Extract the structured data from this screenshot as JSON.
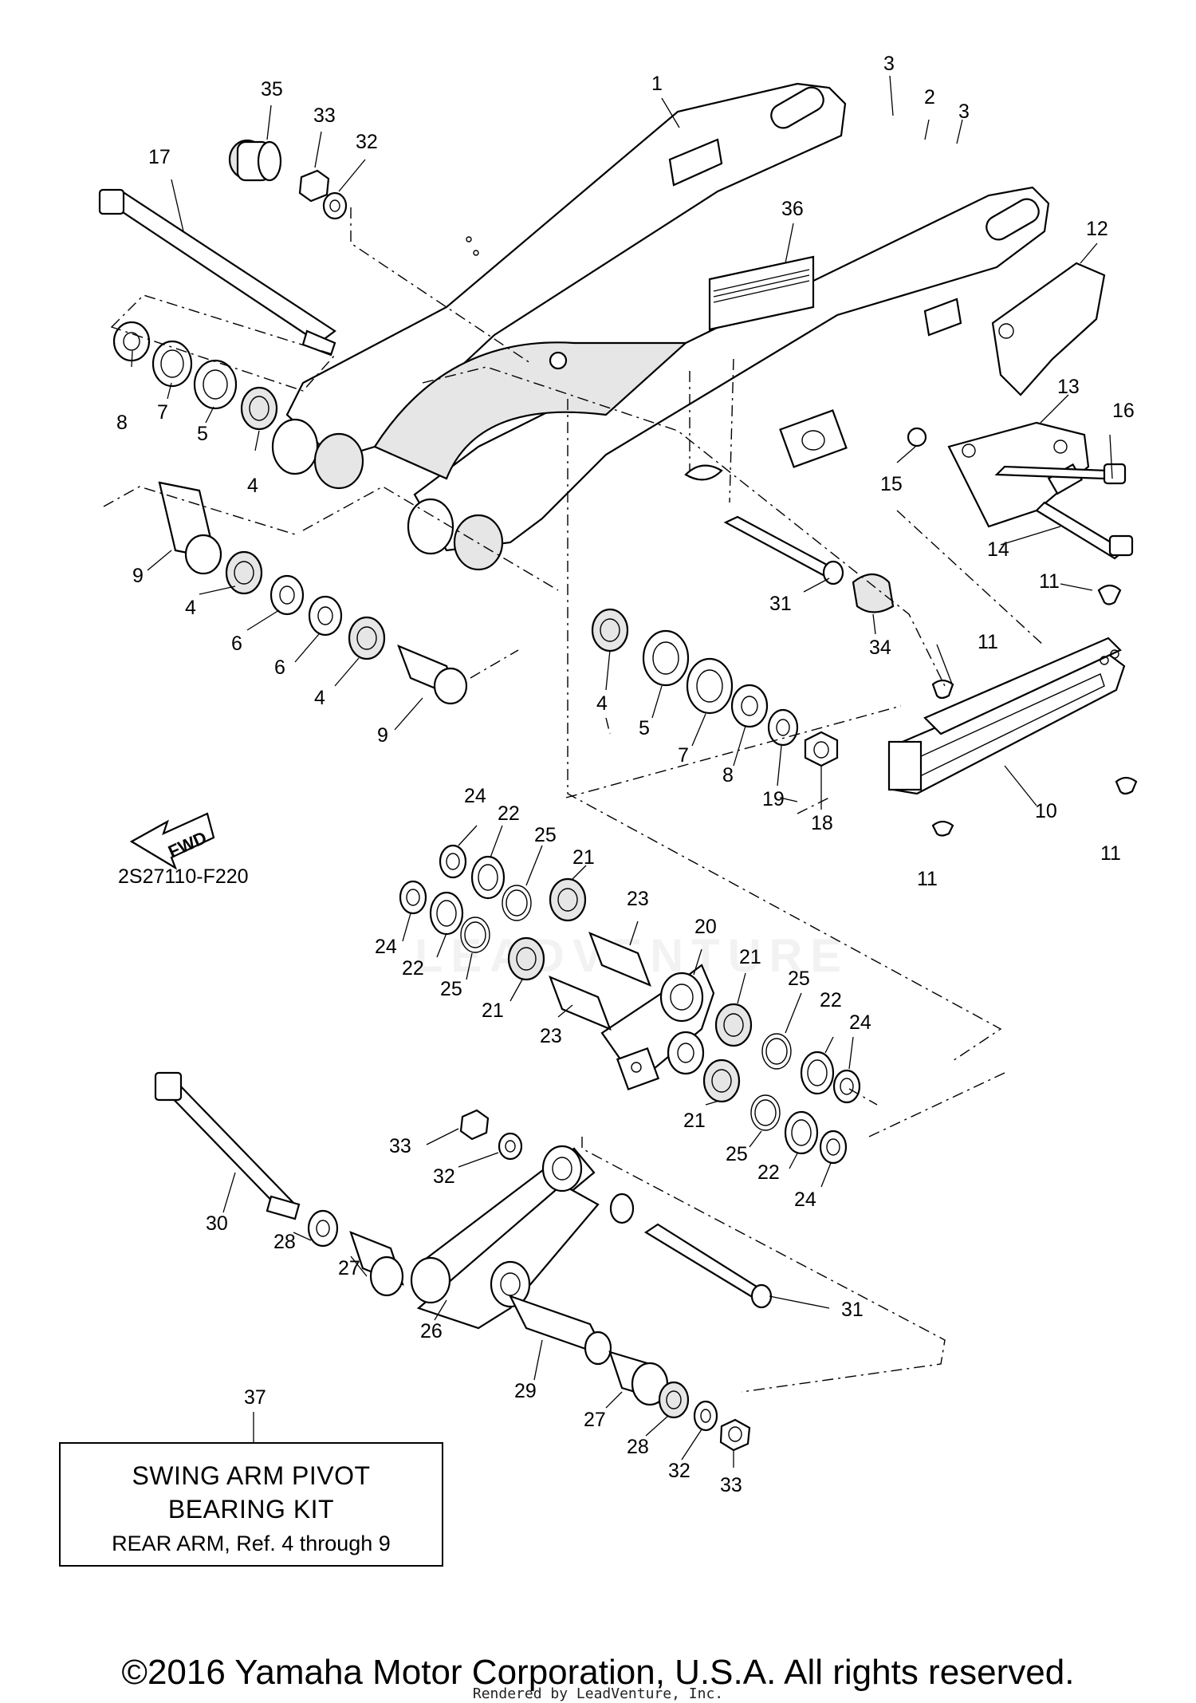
{
  "diagram": {
    "code": "2S27110-F220",
    "fwd_label": "FWD",
    "watermark": "LEADVENTURE",
    "callouts": [
      "1",
      "2",
      "3",
      "3",
      "4",
      "4",
      "4",
      "4",
      "5",
      "5",
      "6",
      "6",
      "7",
      "7",
      "8",
      "8",
      "9",
      "9",
      "10",
      "11",
      "11",
      "11",
      "11",
      "12",
      "13",
      "14",
      "15",
      "16",
      "17",
      "18",
      "19",
      "20",
      "21",
      "21",
      "21",
      "21",
      "22",
      "22",
      "22",
      "22",
      "23",
      "23",
      "24",
      "24",
      "24",
      "24",
      "25",
      "25",
      "25",
      "25",
      "26",
      "27",
      "27",
      "28",
      "28",
      "29",
      "30",
      "31",
      "31",
      "32",
      "32",
      "32",
      "33",
      "33",
      "33",
      "34",
      "35",
      "36",
      "37"
    ]
  },
  "kit_box": {
    "title_line1": "SWING ARM PIVOT",
    "title_line2": "BEARING KIT",
    "description": "REAR ARM, Ref. 4 through 9"
  },
  "footer": {
    "copyright": "©2016 Yamaha Motor Corporation, U.S.A. All rights reserved.",
    "rendered_by": "Rendered by LeadVenture, Inc."
  }
}
